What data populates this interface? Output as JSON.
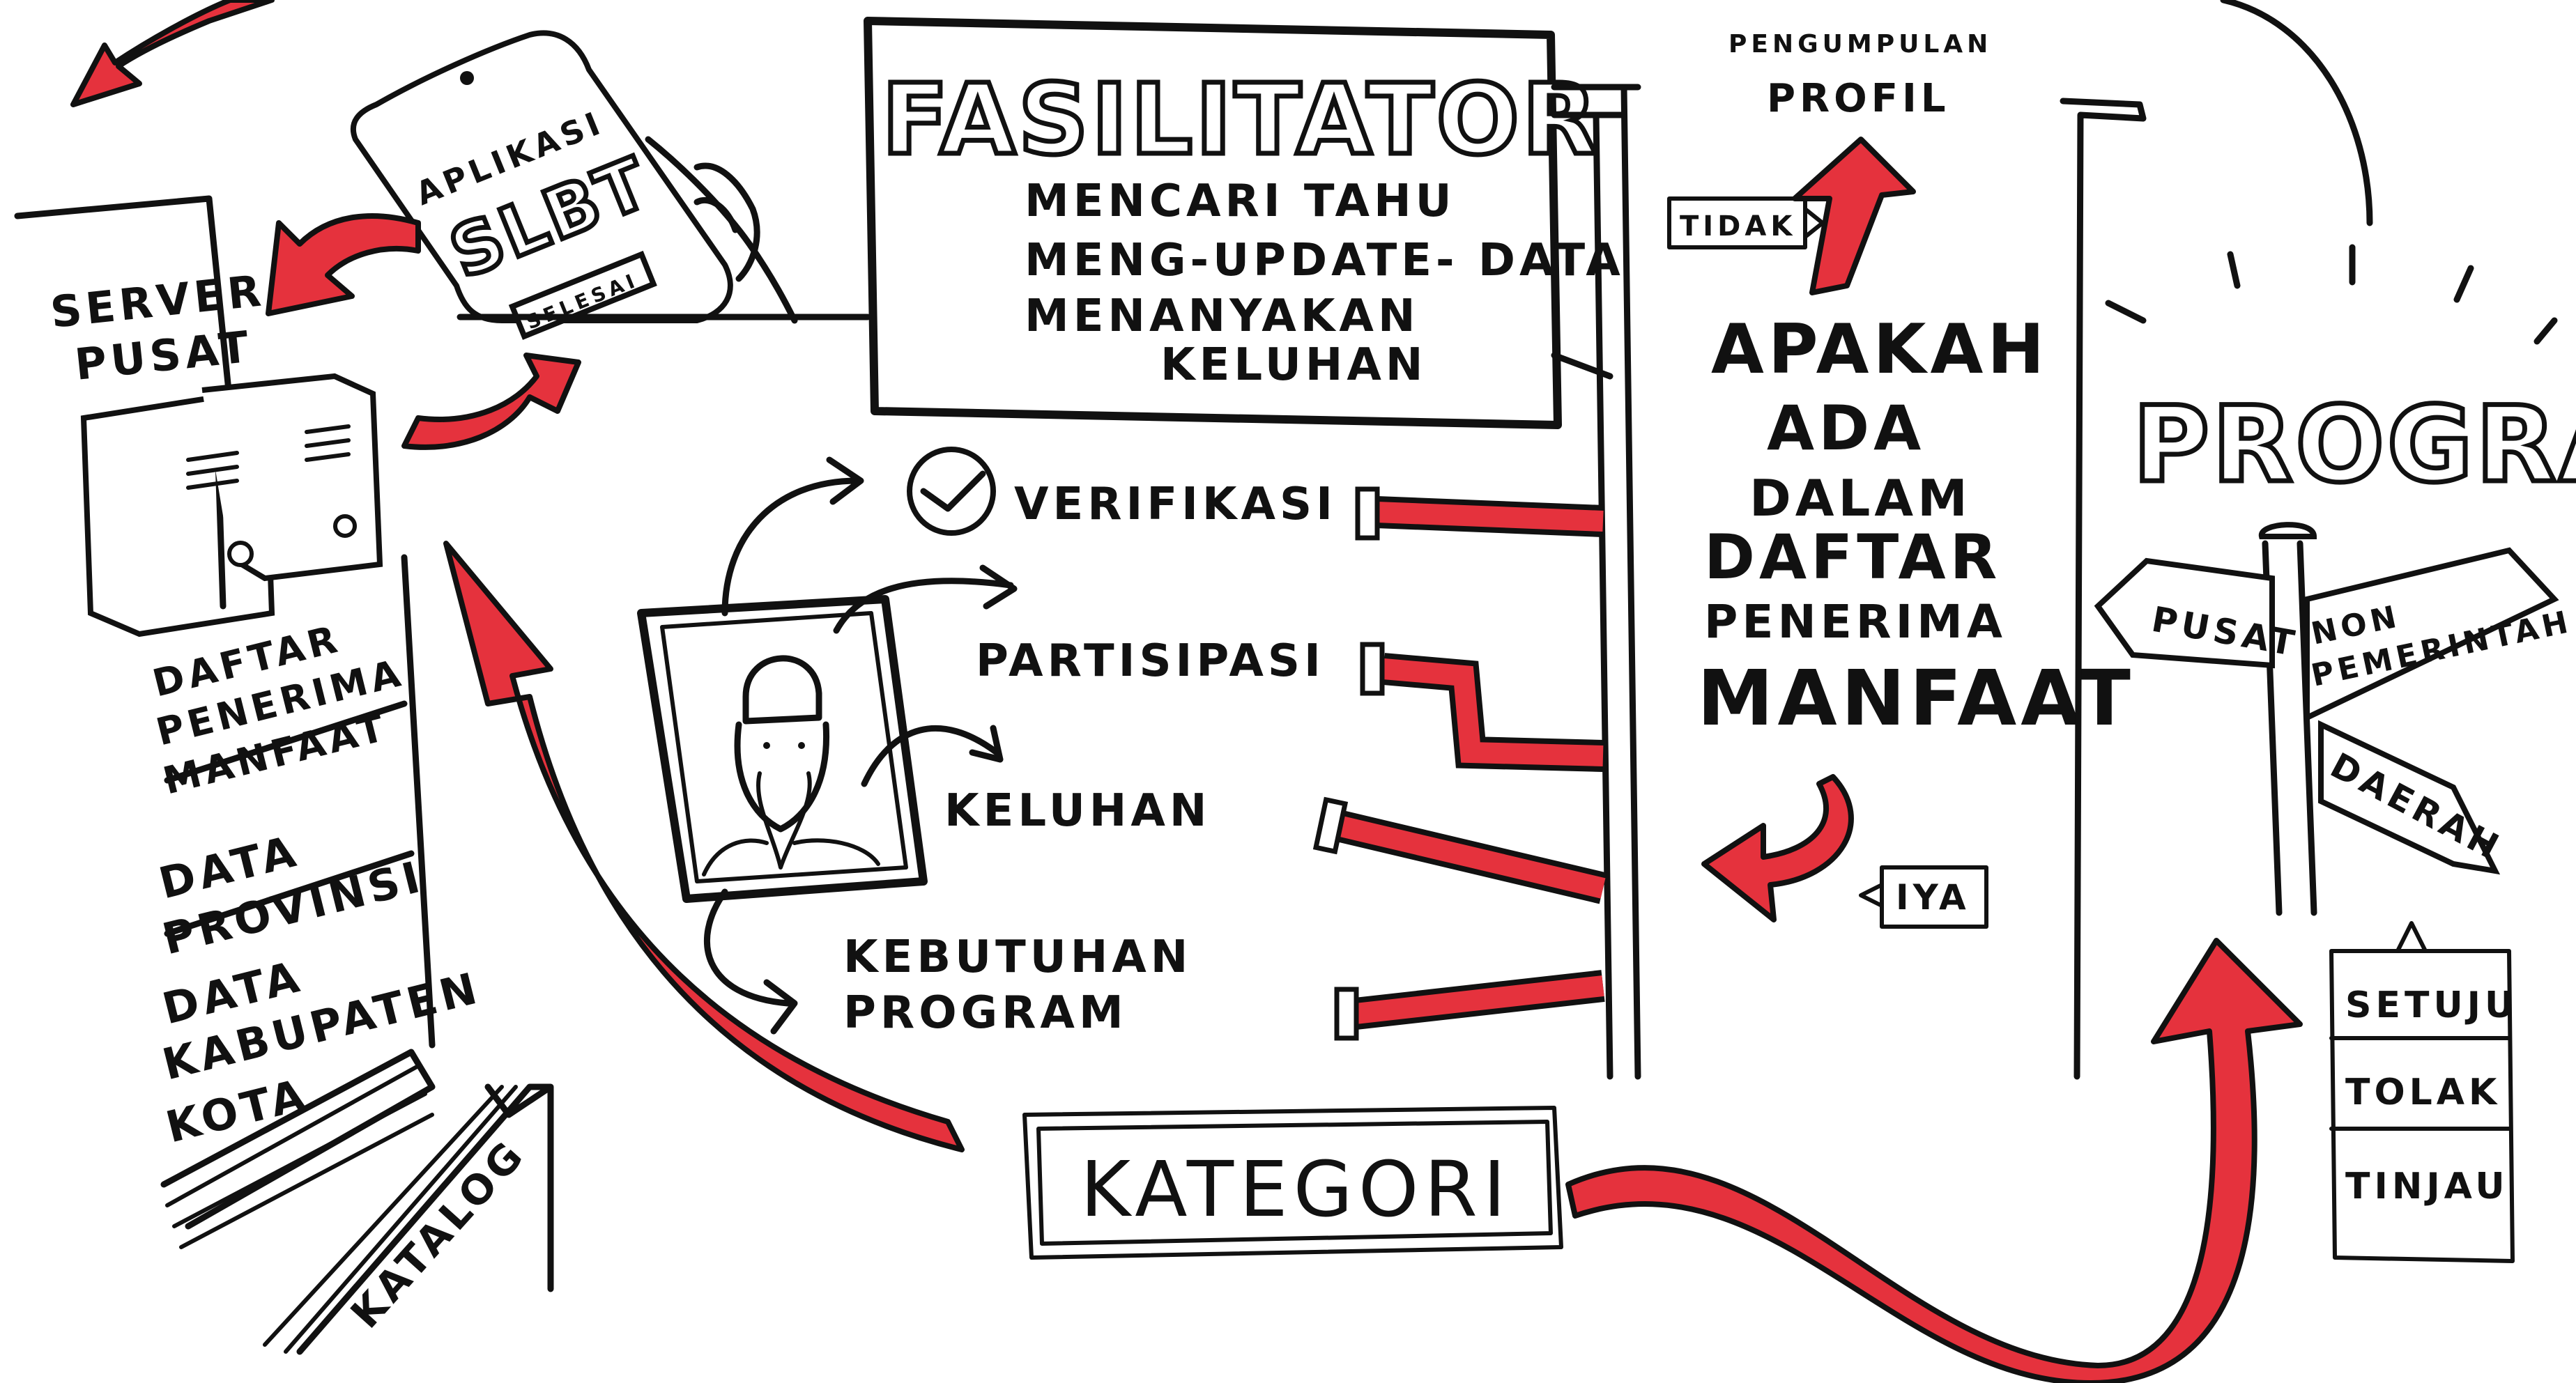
{
  "top_note": {
    "line1": "PENGUMPULAN",
    "line2": "PROFIL"
  },
  "phone": {
    "line1": "APLIKASI",
    "line2": "SLBT",
    "button": "SELESAI"
  },
  "server": {
    "line1": "SERVER",
    "line2": "PUSAT"
  },
  "facilitator": {
    "title": "FASILITATOR",
    "tasks": [
      "MENCARI TAHU",
      "MENG-UPDATE- DATA",
      "MENANYAKAN",
      "KELUHAN"
    ]
  },
  "decision": {
    "lines": [
      "APAKAH",
      "ADA",
      "DALAM",
      "DAFTAR",
      "PENERIMA",
      "MANFAAT"
    ],
    "no_label": "TIDAK",
    "yes_label": "IYA"
  },
  "steps": [
    "VERIFIKASI",
    "PARTISIPASI",
    "KELUHAN",
    "KEBUTUHAN",
    "PROGRAM"
  ],
  "database": {
    "sections": [
      [
        "DAFTAR",
        "PENERIMA",
        "MANFAAT"
      ],
      [
        "DATA",
        "PROVINSI"
      ],
      [
        "DATA",
        "KABUPATEN",
        "KOTA"
      ]
    ],
    "catalog": "KATALOG"
  },
  "category": "KATEGORI",
  "program": {
    "title": "PROGRAM",
    "signs": [
      "PUSAT",
      "NON",
      "PEMERINTAH",
      "DAERAH"
    ],
    "options": [
      "SETUJU",
      "TOLAK",
      "TINJAU"
    ]
  },
  "colors": {
    "accent": "#e5323d",
    "ink": "#111111",
    "paper": "#ffffff"
  }
}
